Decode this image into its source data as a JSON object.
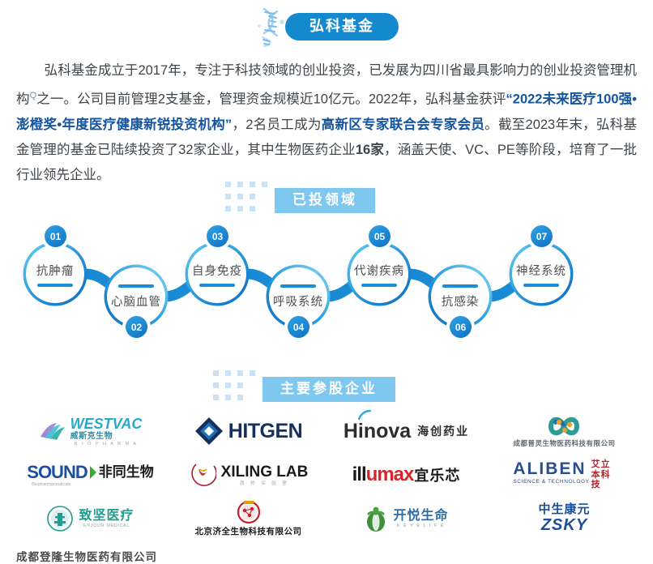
{
  "header": {
    "title": "弘科基金",
    "icon": "dna-helix-icon"
  },
  "paragraph": {
    "seg1": "弘科基金成立于2017年，专注于科技领域的创业投资，已发展为四川省最具影响力的创业投资管理机构",
    "qmark": "Q",
    "seg2": "之一。公司目前管理2支基金，管理资金规模近10亿元。2022年，弘科基金获评",
    "quote_open": "“",
    "highlight1": "2022未来医疗100强•澎橙奖•年度医疗健康新锐投资机构",
    "quote_close": "”",
    "seg3": "，2名员工成为",
    "highlight2": "高新区专家联合会专家会员",
    "seg4": "。截至2023年末，弘科基金管理的基金已陆续投资了32家企业，其中生物医药企业",
    "highlight3": "16家",
    "seg5": "，涵盖天使、VC、PE等阶段，培育了一批行业领先企业。"
  },
  "sections": {
    "invested": "已投领域",
    "companies": "主要参股企业"
  },
  "flow": {
    "nodes": [
      {
        "num": "01",
        "label": "抗肿瘤",
        "pos": "up"
      },
      {
        "num": "02",
        "label": "心脑血管",
        "pos": "down"
      },
      {
        "num": "03",
        "label": "自身免疫",
        "pos": "up"
      },
      {
        "num": "04",
        "label": "呼吸系统",
        "pos": "down"
      },
      {
        "num": "05",
        "label": "代谢疾病",
        "pos": "up"
      },
      {
        "num": "06",
        "label": "抗感染",
        "pos": "down"
      },
      {
        "num": "07",
        "label": "神经系统",
        "pos": "up"
      }
    ]
  },
  "logos": [
    {
      "name": "westvac-logo",
      "en": "WESTVAC",
      "cn": "威斯克生物",
      "sub": "B I O P H A R M A"
    },
    {
      "name": "hitgen-logo",
      "en": "HITGEN",
      "cn": "",
      "sub": ""
    },
    {
      "name": "hinova-logo",
      "en": "Hinova",
      "cn": "海创药业",
      "sub": ""
    },
    {
      "name": "puling-logo",
      "en": "",
      "cn": "成都普灵生物医药科技有限公司",
      "sub": ""
    },
    {
      "name": "sound-logo",
      "en": "SOUND",
      "cn": "非同生物",
      "sub": "Biopharmaceuticals"
    },
    {
      "name": "xilinglab-logo",
      "en": "XILING LAB",
      "cn": "",
      "sub": "西 岭 实 验 室"
    },
    {
      "name": "illumax-logo",
      "en": "illumax",
      "cn": "宜乐芯",
      "sub": ""
    },
    {
      "name": "aliben-logo",
      "en": "ALIBEN",
      "cn": "艾立本科技",
      "sub": "SCIENCE & TECHNOLOGY"
    },
    {
      "name": "zhijian-logo",
      "en": "",
      "cn": "致坚医疗",
      "sub": "ENJOUR MEDICAL"
    },
    {
      "name": "jiquan-logo",
      "en": "",
      "cn": "北京济全生物科技有限公司",
      "sub": ""
    },
    {
      "name": "keyelife-logo",
      "en": "",
      "cn": "开悦生命",
      "sub": "K E Y E  L I F E"
    },
    {
      "name": "zsky-logo",
      "en": "ZSKY",
      "cn": "中生康元",
      "sub": ""
    }
  ],
  "footer": {
    "text": "成都登隆生物医药有限公司"
  },
  "colors": {
    "title_pill": "#1589ce",
    "section_pill": "#7ec8ef",
    "dot": "#c9e2f7",
    "highlight_text": "#1455a0",
    "flow_blue": "#1b8fd6",
    "flow_dark": "#0f72c4"
  }
}
